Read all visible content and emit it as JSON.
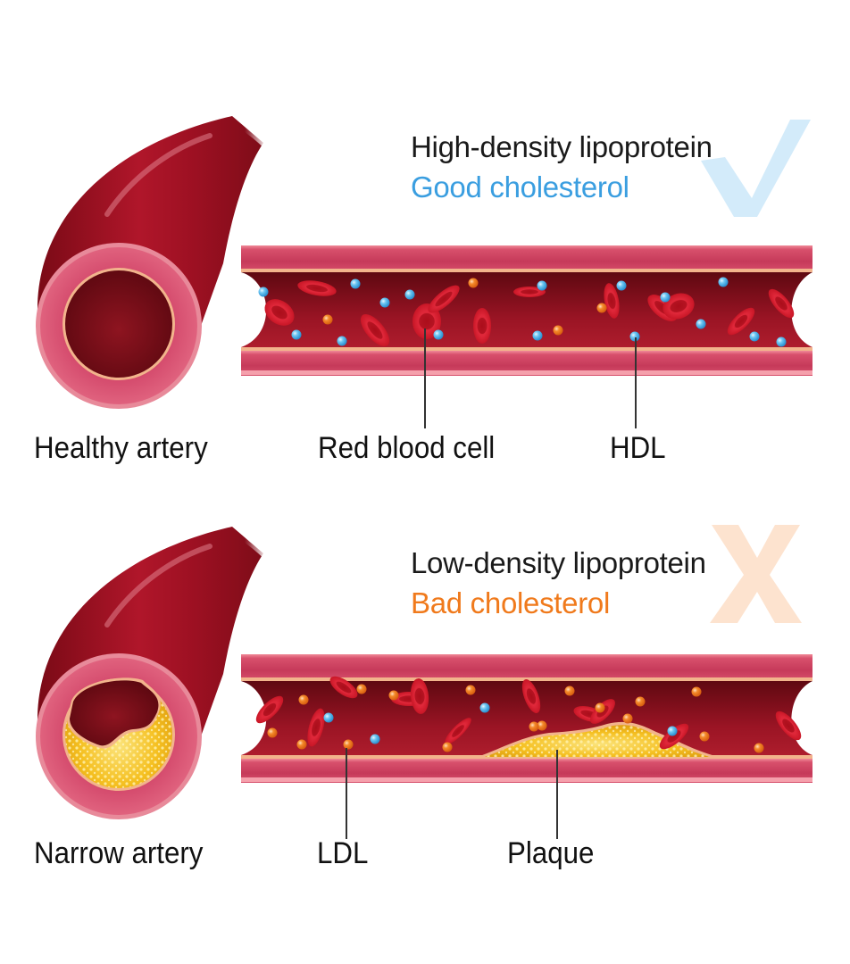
{
  "colors": {
    "good_accent": "#3a9ee0",
    "bad_accent": "#f07a1c",
    "check_mark": "#d3ebfa",
    "x_mark": "#fde3cf",
    "artery_outer": "#9e1020",
    "artery_wall": "#d94a6a",
    "artery_lining": "#f2b48c",
    "lumen": "#7a0d18",
    "red_blood_cell": "#d21c2a",
    "hdl_particle": "#5bbdf0",
    "ldl_particle": "#f07a1c",
    "plaque": "#f5c021"
  },
  "panels": [
    {
      "id": "healthy",
      "title": "High-density lipoprotein",
      "subtitle": "Good cholesterol",
      "status_icon": "check-mark-icon",
      "artery_label": "Healthy artery",
      "callouts": [
        "Red blood cell",
        "HDL"
      ]
    },
    {
      "id": "narrow",
      "title": "Low-density lipoprotein",
      "subtitle": "Bad cholesterol",
      "status_icon": "x-mark-icon",
      "artery_label": "Narrow artery",
      "callouts": [
        "LDL",
        "Plaque"
      ]
    }
  ]
}
